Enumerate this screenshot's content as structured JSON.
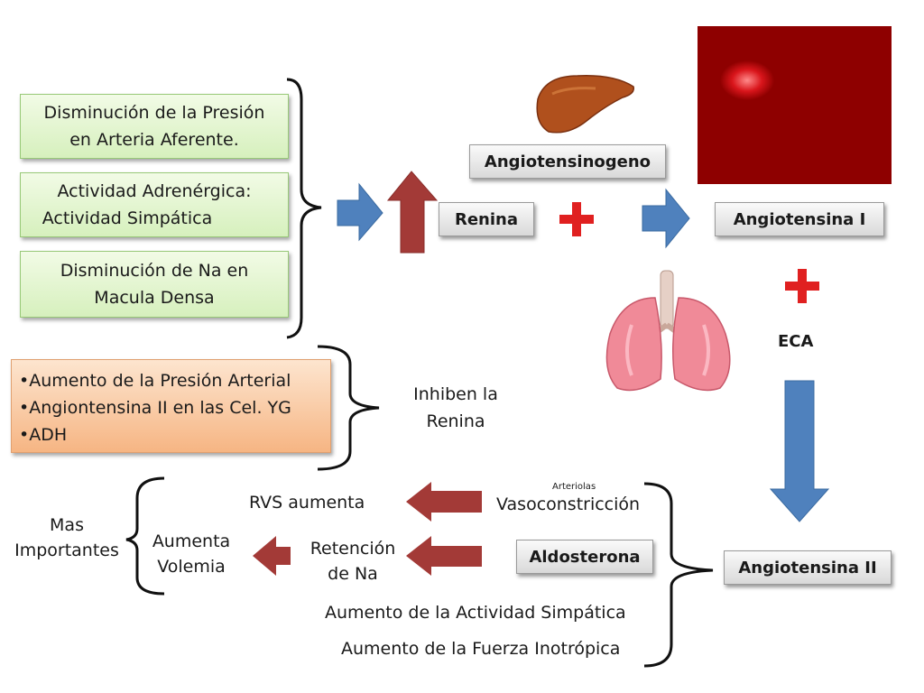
{
  "left_causes": [
    {
      "lines": [
        "Disminución de la Presión",
        "en Arteria Aferente."
      ]
    },
    {
      "lines": [
        "Actividad Adrenérgica:",
        "Actividad Simpática"
      ]
    },
    {
      "lines": [
        "Disminución de Na en",
        "Macula Densa"
      ]
    }
  ],
  "inhibitors": {
    "items": [
      "•Aumento de la Presión Arterial",
      "•Angiontensina II en las Cel. YG",
      "•ADH"
    ],
    "result_lines": [
      "Inhiben la",
      "Renina"
    ]
  },
  "flow": {
    "renina": "Renina",
    "angiotensinogeno": "Angiotensinogeno",
    "angiotensina_1": "Angiotensina I",
    "eca": "ECA",
    "angiotensina_2": "Angiotensina II",
    "plus_symbol": "+"
  },
  "effects": {
    "arteriolas": "Arteriolas",
    "vasoconstriccion": "Vasoconstricción",
    "aldosterona": "Aldosterona",
    "simpatica": "Aumento de la Actividad Simpática",
    "inotropica": "Aumento de la Fuerza Inotrópica",
    "rvs": "RVS  aumenta",
    "retencion_lines": [
      "Retención",
      "de Na"
    ],
    "volemia_lines": [
      "Aumenta",
      "Volemia"
    ],
    "importantes_lines": [
      "Mas",
      "Importantes"
    ]
  },
  "colors": {
    "blue_arrow": "#4f81bd",
    "red_arrow": "#a33a37",
    "plus_red": "#e02020",
    "green_box": "#d6f0bd",
    "orange_box": "#f6b583"
  }
}
